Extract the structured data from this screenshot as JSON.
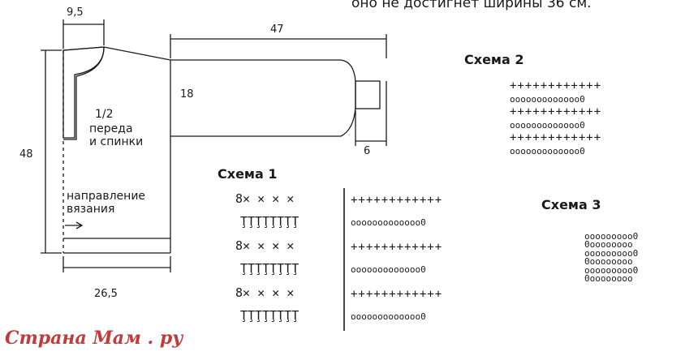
{
  "header_note": "оно не достигнет ширины 36 см.",
  "schematic": {
    "dim_shoulder": "9,5",
    "dim_sleeve_length": "47",
    "dim_height": "48",
    "dim_sleeve_width": "18",
    "dim_cuff": "6",
    "dim_bottom_width": "26,5",
    "body_label_line1": "1/2",
    "body_label_line2": "переда",
    "body_label_line3": "и спинки",
    "direction_line1": "направление",
    "direction_line2": "вязания"
  },
  "scheme1": {
    "title": "Схема 1",
    "rows": [
      {
        "left": "8✕ ✕ ✕ ✕",
        "right": "++++++++++++"
      },
      {
        "left": "ŢŢŢŢŢŢŢŢ",
        "right": "ooooooooooooo0"
      },
      {
        "left": "8✕ ✕ ✕ ✕",
        "right": "++++++++++++"
      },
      {
        "left": "ŢŢŢŢŢŢŢŢ",
        "right": "ooooooooooooo0"
      },
      {
        "left": "8✕ ✕ ✕ ✕",
        "right": "++++++++++++"
      },
      {
        "left": "ŢŢŢŢŢŢŢŢ",
        "right": "ooooooooooooo0"
      }
    ]
  },
  "scheme2": {
    "title": "Схема 2",
    "rows": [
      "++++++++++++",
      "ooooooooooooo0",
      "++++++++++++",
      "ooooooooooooo0",
      "++++++++++++",
      "ooooooooooooo0"
    ]
  },
  "scheme3": {
    "title": "Схема 3",
    "rows": [
      "ooooooooo0",
      "0oooooooo",
      "ooooooooo0",
      "0oooooooo",
      "ooooooooo0",
      "0oooooooo"
    ]
  },
  "watermark": "Страна Мам . ру",
  "colors": {
    "ink": "#1a1a1a",
    "watermark": "#c43a3a"
  }
}
